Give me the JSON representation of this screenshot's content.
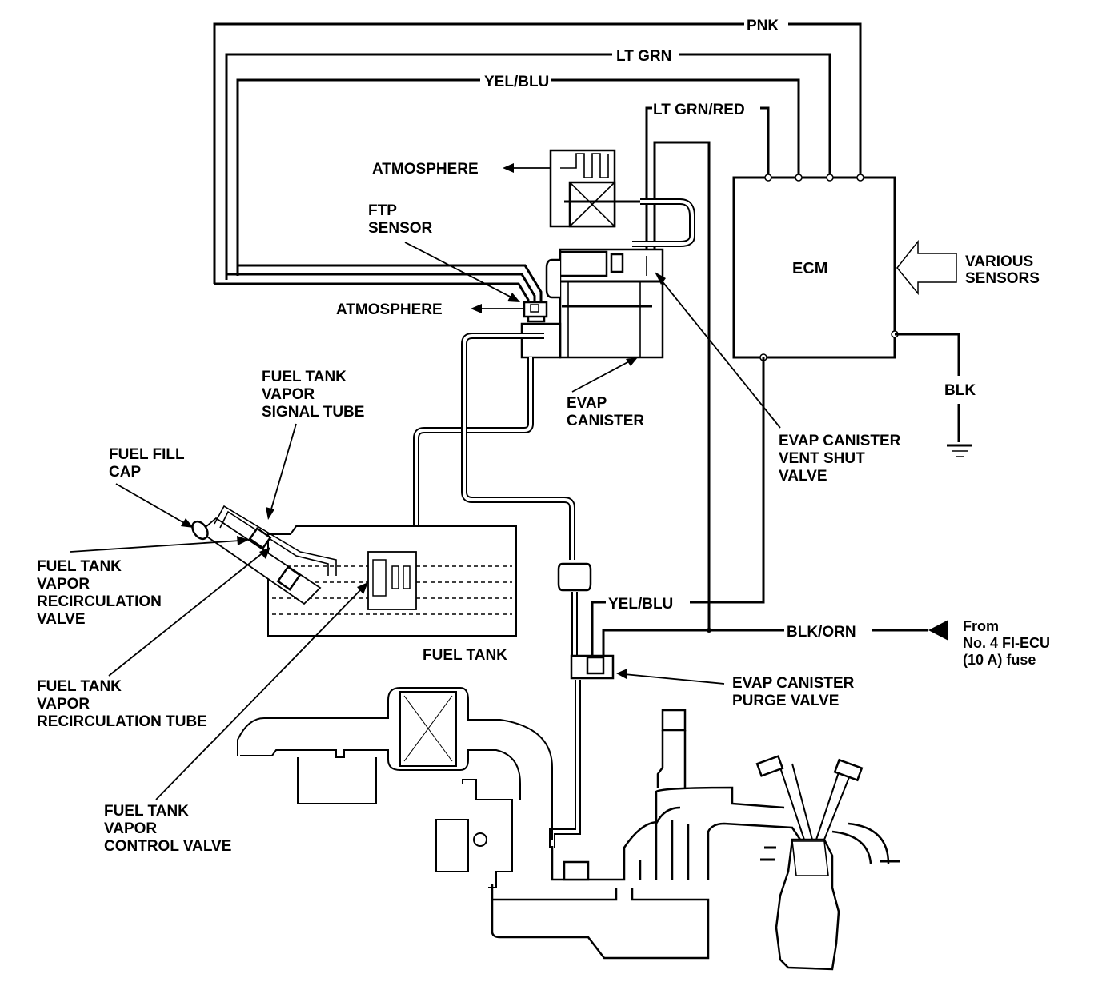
{
  "diagram": {
    "type": "evap-system-schematic",
    "wire_labels": {
      "pnk": "PNK",
      "lt_grn": "LT GRN",
      "yel_blu_top": "YEL/BLU",
      "lt_grn_red": "LT GRN/RED",
      "blk": "BLK",
      "yel_blu_purge": "YEL/BLU",
      "blk_orn": "BLK/ORN"
    },
    "components": {
      "ecm": "ECM",
      "various_sensors": [
        "VARIOUS",
        "SENSORS"
      ],
      "atmosphere_top": "ATMOSPHERE",
      "atmosphere_mid": "ATMOSPHERE",
      "ftp_sensor": [
        "FTP",
        "SENSOR"
      ],
      "evap_canister": [
        "EVAP",
        "CANISTER"
      ],
      "vent_shut_valve": [
        "EVAP CANISTER",
        "VENT SHUT",
        "VALVE"
      ],
      "signal_tube": [
        "FUEL TANK",
        "VAPOR",
        "SIGNAL TUBE"
      ],
      "fuel_fill_cap": [
        "FUEL FILL",
        "CAP"
      ],
      "recirc_valve": [
        "FUEL TANK",
        "VAPOR",
        "RECIRCULATION",
        "VALVE"
      ],
      "fuel_tank": "FUEL TANK",
      "recirc_tube": [
        "FUEL TANK",
        "VAPOR",
        "RECIRCULATION TUBE"
      ],
      "control_valve": [
        "FUEL TANK",
        "VAPOR",
        "CONTROL VALVE"
      ],
      "purge_valve": [
        "EVAP CANISTER",
        "PURGE VALVE"
      ],
      "fuse_source": [
        "From",
        "No. 4 FI-ECU",
        "(10 A) fuse"
      ]
    }
  }
}
